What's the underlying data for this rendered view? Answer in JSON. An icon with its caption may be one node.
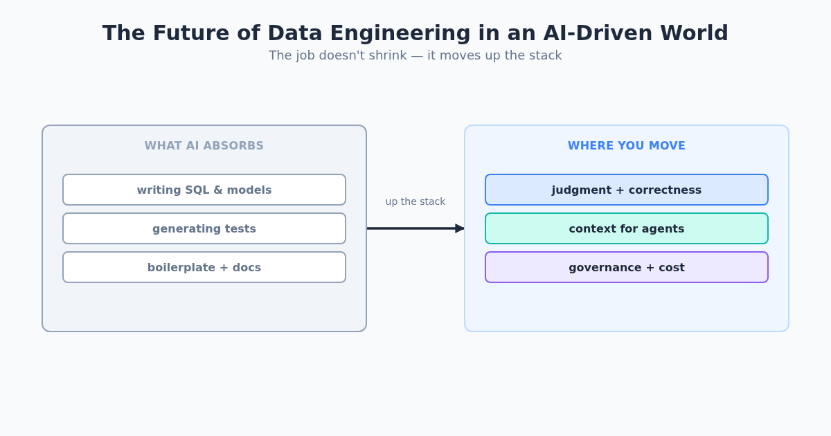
{
  "diagram": {
    "title": "The Future of Data Engineering in an AI-Driven World",
    "caption": "The job doesn't shrink — it moves up the stack",
    "nodes": [
      {
        "text": [
          "WHAT AI ABSORBS"
        ]
      },
      {
        "text": [
          "writing SQL & models"
        ],
        "in": 0
      },
      {
        "text": [
          "generating tests"
        ],
        "in": 0
      },
      {
        "text": [
          "boilerplate + docs"
        ],
        "in": 0
      },
      {
        "text": [
          "WHERE YOU MOVE"
        ]
      },
      {
        "text": [
          "judgment + correctness"
        ],
        "in": 4
      },
      {
        "text": [
          "context for agents"
        ],
        "in": 4
      },
      {
        "text": [
          "governance + cost"
        ],
        "in": 4
      }
    ],
    "edges": [
      {
        "from": 0,
        "to": 4,
        "arrow": "to",
        "label": "up the stack"
      }
    ]
  }
}
